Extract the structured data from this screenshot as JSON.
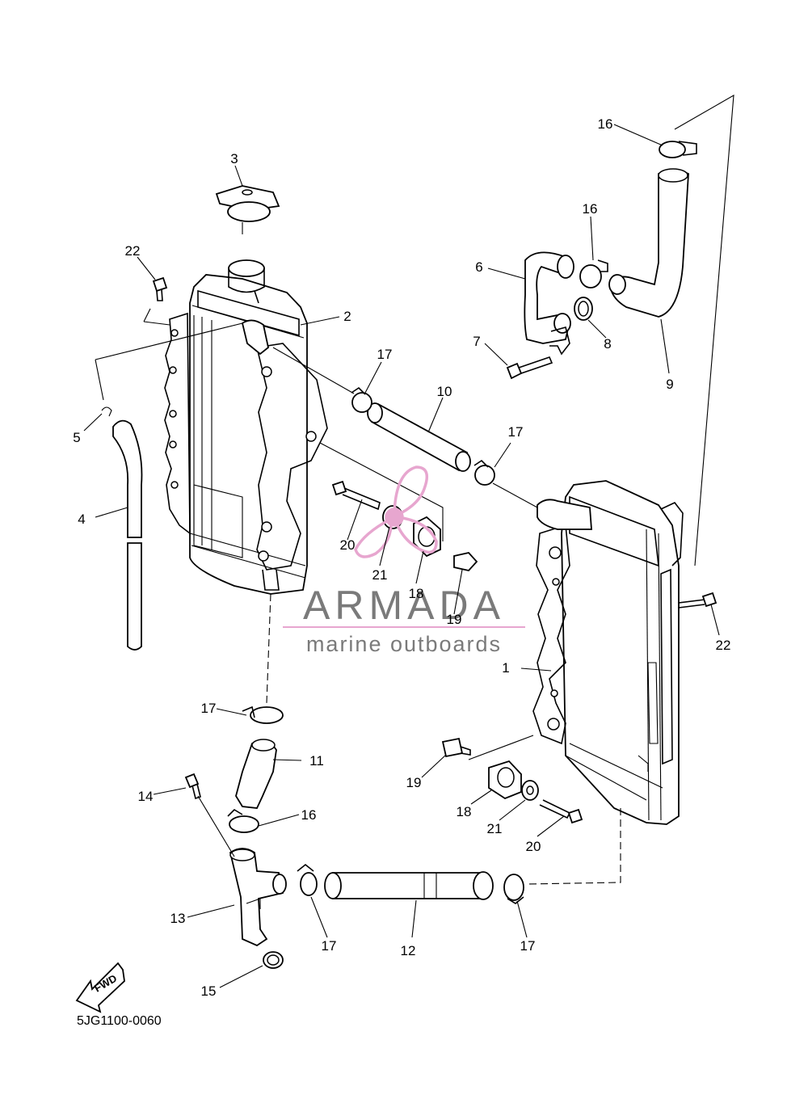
{
  "diagram_code": "5JG1100-0060",
  "direction_label": "FWD",
  "watermark": {
    "brand": "ARMADA",
    "tagline": "marine outboards",
    "color": "#e7a6cf"
  },
  "callouts": {
    "c1": "1",
    "c2": "2",
    "c3": "3",
    "c4": "4",
    "c5": "5",
    "c6": "6",
    "c7": "7",
    "c8": "8",
    "c9": "9",
    "c10": "10",
    "c11": "11",
    "c12": "12",
    "c13": "13",
    "c14": "14",
    "c15": "15",
    "c16a": "16",
    "c16b": "16",
    "c16c": "16",
    "c17a": "17",
    "c17b": "17",
    "c17c": "17",
    "c17d": "17",
    "c17e": "17",
    "c18a": "18",
    "c18b": "18",
    "c19a": "19",
    "c19b": "19",
    "c20a": "20",
    "c20b": "20",
    "c21a": "21",
    "c21b": "21",
    "c22a": "22",
    "c22b": "22"
  }
}
